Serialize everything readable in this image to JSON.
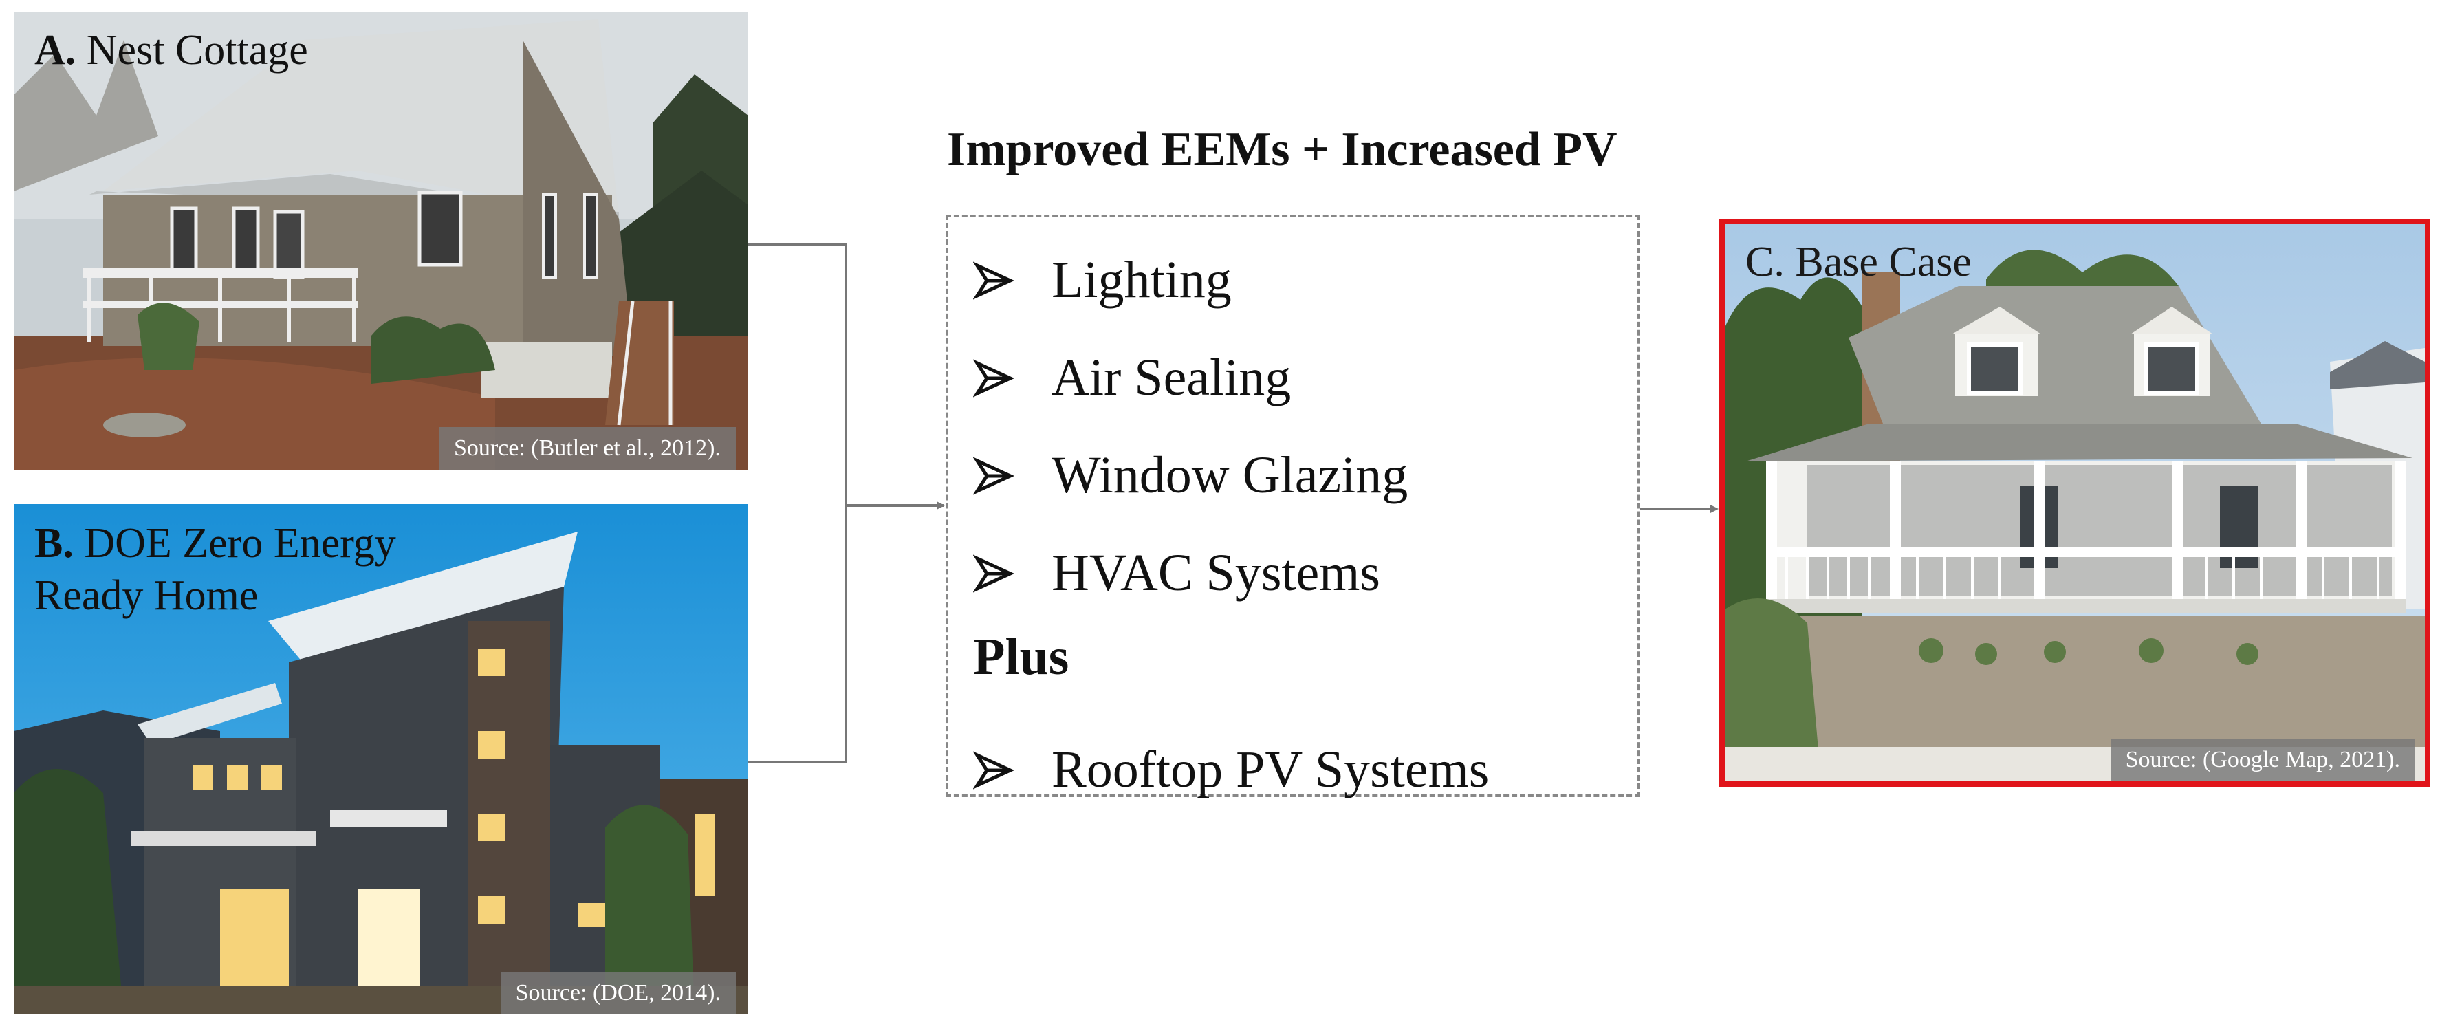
{
  "panel_a": {
    "letter": "A.",
    "name": "Nest Cottage",
    "source": "Source: (Butler et al., 2012)."
  },
  "panel_b": {
    "letter": "B.",
    "name_line1": "DOE Zero Energy",
    "name_line2": "Ready Home",
    "source": "Source: (DOE, 2014)."
  },
  "panel_c": {
    "title": "C. Base Case",
    "source": "Source: (Google Map, 2021)."
  },
  "center": {
    "title": "Improved EEMs + Increased PV",
    "items": [
      "Lighting",
      "Air Sealing",
      "Window Glazing",
      "HVAC Systems"
    ],
    "plus_label": "Plus",
    "plus_items": [
      "Rooftop PV Systems"
    ]
  },
  "colors": {
    "highlight_border": "#e0141a",
    "connector": "#777777",
    "dashed_border": "#888888"
  },
  "icons": {
    "bullet": "arrow-bullet-icon"
  }
}
